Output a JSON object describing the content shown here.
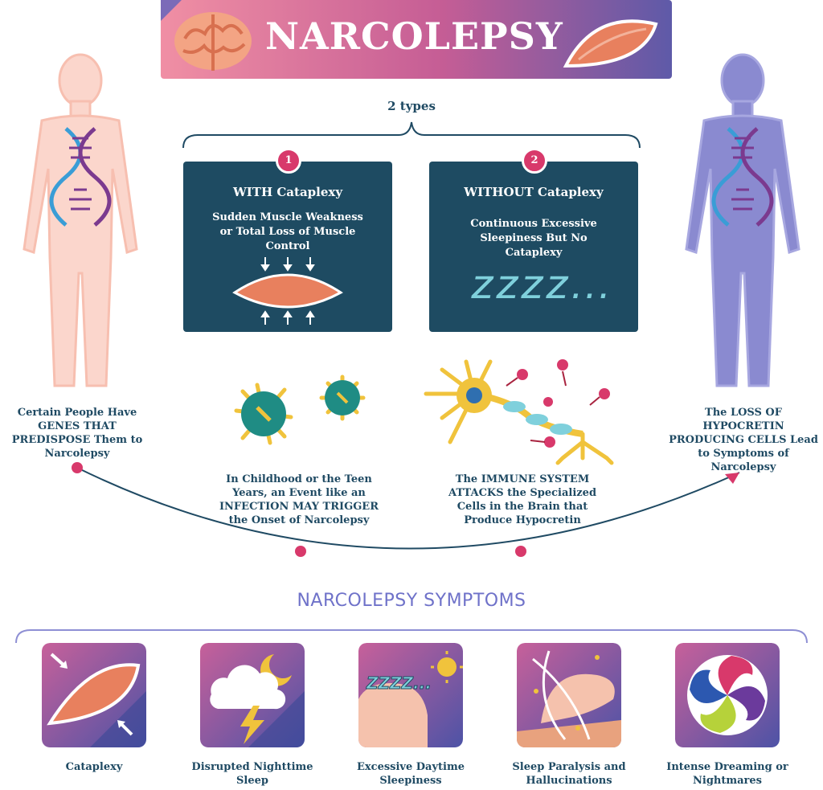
{
  "title": "NARCOLEPSY",
  "types_label": "2 types",
  "types": [
    {
      "number": "1",
      "title": "WITH Cataplexy",
      "description": "Sudden Muscle Weakness or Total Loss of Muscle Control"
    },
    {
      "number": "2",
      "title": "WITHOUT Cataplexy",
      "description": "Continuous Excessive Sleepiness But No Cataplexy",
      "zzz": "ZZZZ..."
    }
  ],
  "left_text": "Certain People Have GENES THAT PREDISPOSE Them to Narcolepsy",
  "right_text": "The LOSS OF HYPOCRETIN PRODUCING CELLS Lead to Symptoms of Narcolepsy",
  "infection_text": "In Childhood or the Teen Years, an Event like an INFECTION MAY TRIGGER the Onset of Narcolepsy",
  "immune_text": "The IMMUNE SYSTEM ATTACKS the Specialized Cells in the Brain that Produce Hypocretin",
  "symptoms_title": "NARCOLEPSY SYMPTOMS",
  "symptoms": [
    {
      "label": "Cataplexy",
      "icon": "muscle-icon"
    },
    {
      "label": "Disrupted Nighttime Sleep",
      "icon": "storm-cloud-icon"
    },
    {
      "label": "Excessive Daytime Sleepiness",
      "icon": "sleepy-head-icon",
      "zzz": "ZZZZ..."
    },
    {
      "label": "Sleep Paralysis and Hallucinations",
      "icon": "sleep-paralysis-icon"
    },
    {
      "label": "Intense Dreaming or Nightmares",
      "icon": "swirl-icon"
    }
  ],
  "colors": {
    "navy": "#1e4b62",
    "pink": "#d8396b",
    "purple": "#6f72c9",
    "muscle": "#e8805e"
  }
}
